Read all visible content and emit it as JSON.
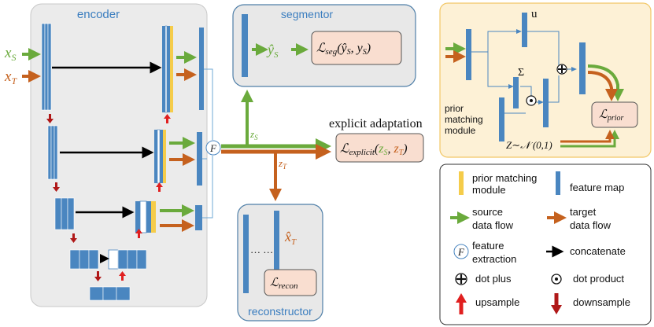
{
  "panels": {
    "encoder": "encoder",
    "segmentor": "segmentor",
    "reconstructor": "reconstructor"
  },
  "inputs": {
    "source": "x",
    "source_sub": "S",
    "target": "x",
    "target_sub": "T"
  },
  "labels": {
    "feature_extraction_symbol": "F",
    "z_s": "z",
    "z_s_sub": "S",
    "z_t": "z",
    "z_t_sub": "T",
    "explicit_adaptation": "explicit adaptation",
    "ellipsis": "… …"
  },
  "segmentor_box": {
    "y_hat": "ŷ",
    "y_hat_sub": "S",
    "loss_L": "ℒ",
    "loss_sub": "seg",
    "args_open": "(",
    "arg1": "ŷ",
    "arg1_sub": "S",
    "comma": ", ",
    "arg2": "y",
    "arg2_sub": "S",
    "args_close": ")"
  },
  "explicit_box": {
    "loss_L": "ℒ",
    "loss_sub": "explicit",
    "args_open": "(",
    "arg1": "z",
    "arg1_sub": "S",
    "comma": ", ",
    "arg2": "z",
    "arg2_sub": "T",
    "args_close": ")"
  },
  "reconstructor_box": {
    "x_hat": "x̂",
    "x_hat_sub": "T",
    "loss_L": "ℒ",
    "loss_sub": "recon"
  },
  "prior_module": {
    "u": "u",
    "sigma": "Σ",
    "loss_L": "ℒ",
    "loss_sub": "prior",
    "z_dist": "Z∼𝒩 (0,1)",
    "caption": [
      "prior",
      "matching",
      "module"
    ]
  },
  "legend": [
    {
      "icon": "yellow-bar",
      "label": [
        "prior matching",
        "module"
      ]
    },
    {
      "icon": "blue-bar",
      "label": [
        "feature map"
      ]
    },
    {
      "icon": "green-arrow",
      "label": [
        "source",
        "data flow"
      ]
    },
    {
      "icon": "orange-arrow",
      "label": [
        "target",
        "data flow"
      ]
    },
    {
      "icon": "f-circle",
      "label": [
        "feature",
        "extraction"
      ]
    },
    {
      "icon": "black-arrow",
      "label": [
        "concatenate"
      ]
    },
    {
      "icon": "plus-circle",
      "label": [
        "dot plus"
      ]
    },
    {
      "icon": "dot-circle",
      "label": [
        "dot product"
      ]
    },
    {
      "icon": "red-up-arrow",
      "label": [
        "upsample"
      ]
    },
    {
      "icon": "darkred-down-arrow",
      "label": [
        "downsample"
      ]
    }
  ],
  "colors": {
    "blue": "#4a86c0",
    "source_green": "#6aaa3c",
    "target_orange": "#c5611e",
    "yellow": "#f5cc4a",
    "panel_gray": "#ebebeb",
    "panel_border": "#4f7fa8",
    "prior_bg": "#fdf1d6",
    "loss_fill": "#f9ded0",
    "upsample_red": "#e01f1f",
    "downsample_red": "#b01818"
  }
}
